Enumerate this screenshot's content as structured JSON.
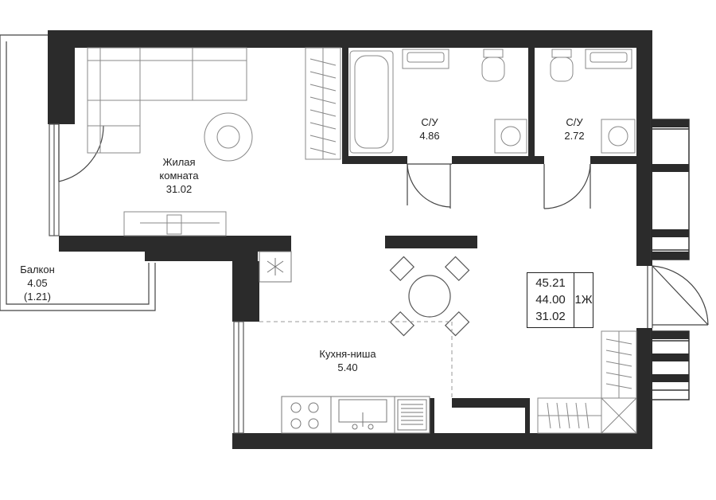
{
  "rooms": {
    "living": {
      "name_line1": "Жилая",
      "name_line2": "комната",
      "area": "31.02"
    },
    "bath1": {
      "name": "С/У",
      "area": "4.86"
    },
    "bath2": {
      "name": "С/У",
      "area": "2.72"
    },
    "balcony": {
      "name": "Балкон",
      "area": "4.05",
      "area_reduced": "(1.21)"
    },
    "kitchen": {
      "name": "Кухня-ниша",
      "area": "5.40"
    }
  },
  "summary": {
    "total_area": "45.21",
    "area_without_balcony": "44.00",
    "living_area": "31.02",
    "apartment_type": "1Ж"
  },
  "colors": {
    "wall": "#2b2b2b",
    "line": "#333333",
    "furniture": "#888888",
    "background": "#ffffff"
  }
}
